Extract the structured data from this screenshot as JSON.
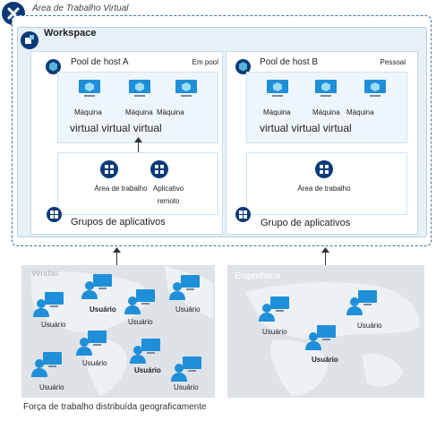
{
  "title": "Área de Trabalho Virtual",
  "workspace": {
    "title": "Workspace"
  },
  "pools": [
    {
      "title": "Pool de host A",
      "tag": "Em pool",
      "vms": [
        "Máquina",
        "Máquina",
        "Máquina"
      ],
      "vm_caption": "virtual virtual virtual",
      "apps": [
        "Área de trabalho",
        "Aplicativo remoto"
      ],
      "group_title": "Grupos de aplicativos"
    },
    {
      "title": "Pool de host B",
      "tag": "Pessoal",
      "vms": [
        "Máquina",
        "Máquina",
        "Máquina"
      ],
      "vm_caption": "virtual virtual virtual",
      "apps": [
        "Área de trabalho"
      ],
      "group_title": "Grupo de aplicativos"
    }
  ],
  "regions": [
    {
      "label": "Vendas"
    },
    {
      "label": "Engenharia"
    }
  ],
  "user_label": "Usuário",
  "footer": "Força de trabalho distribuída geograficamente",
  "colors": {
    "navy": "#0a3a78",
    "azure": "#1f8fd9",
    "panel": "#e8f0f8"
  }
}
